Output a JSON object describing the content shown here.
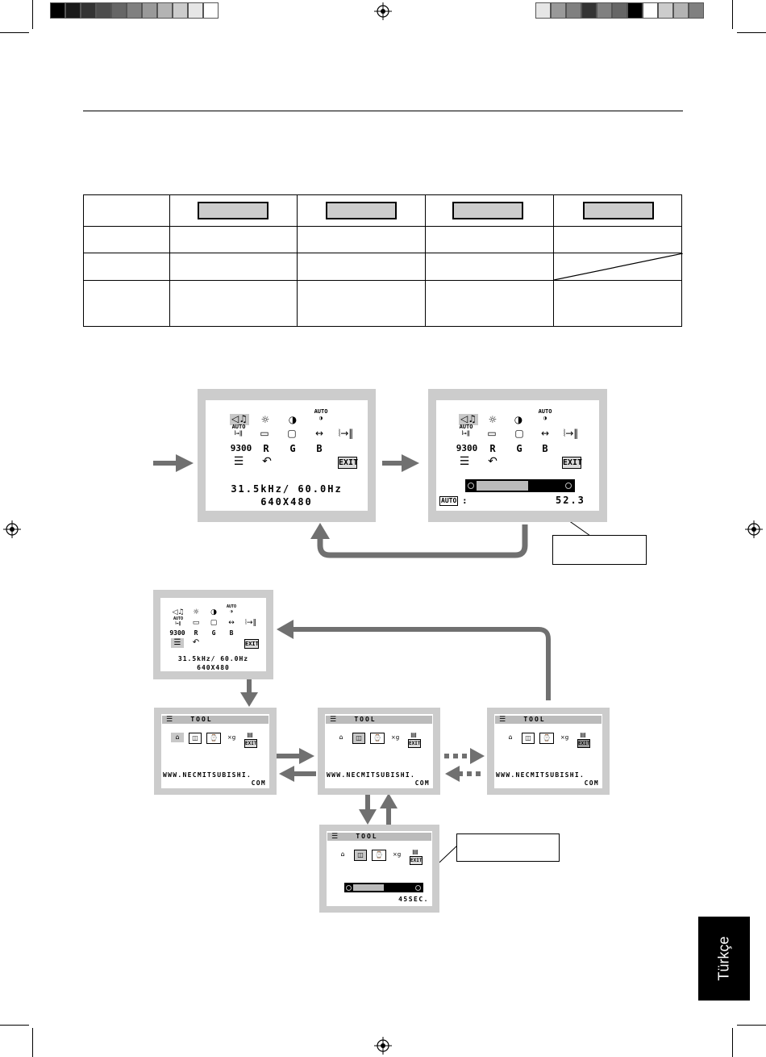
{
  "osd": {
    "icons": {
      "row1": [
        "◁♫",
        "☼",
        "◑",
        "AUTO"
      ],
      "auto_small": "AUTO",
      "row2_auto": "AUTO",
      "row2": [
        "▭",
        "▢",
        "↔",
        "⦚→‖"
      ],
      "row3": [
        "9300",
        "R",
        "G",
        "B"
      ],
      "row4_exit": "EXIT"
    },
    "freq_line": "31.5kHz/ 60.0Hz",
    "res_line": "640X480",
    "auto_label": "AUTO",
    "auto_colon": ":",
    "auto_value": "52.3",
    "tool_title": "TOOL",
    "url_line1": "WWW.NECMITSUBISHI.",
    "url_line2": "COM",
    "sec_value": "45SEC."
  },
  "language_tab": "Türkçe",
  "colors": {
    "screen_bezel": "#cccccc",
    "arrow": "#707070",
    "tab_bg": "#000000"
  }
}
